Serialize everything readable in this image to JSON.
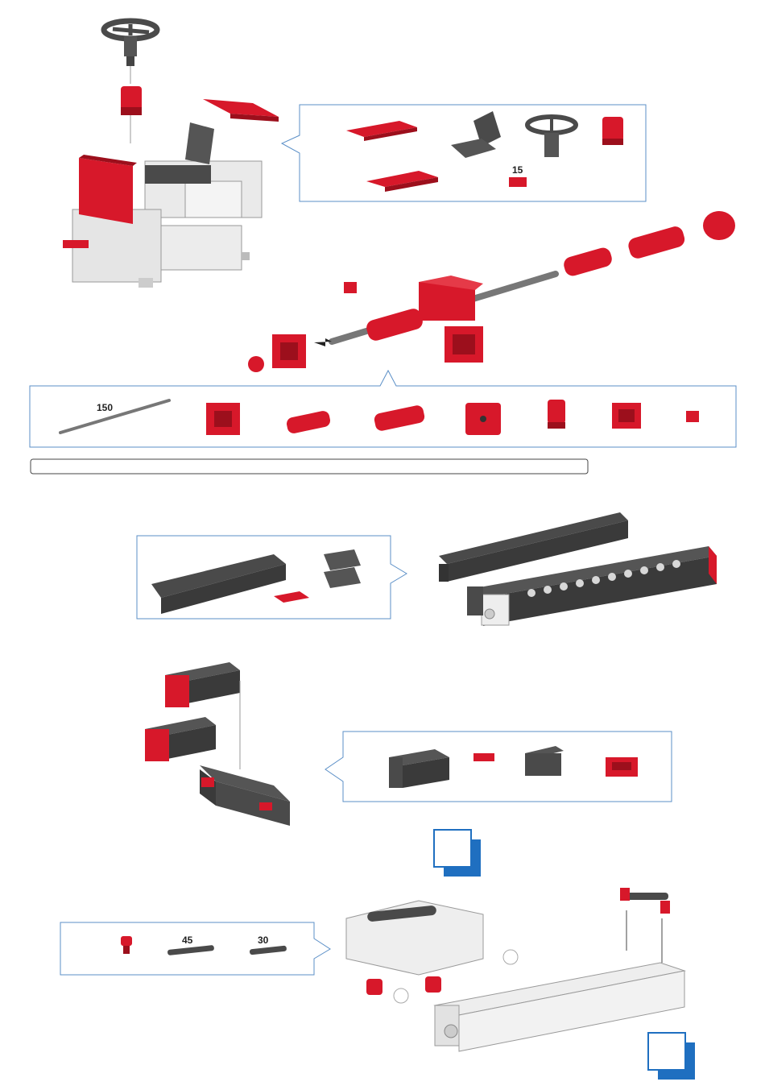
{
  "colors": {
    "red": "#d7182a",
    "dark_red": "#9c0f1c",
    "dark_grey": "#4a4a4a",
    "mid_grey": "#6b6b6b",
    "light_grey": "#e6e6e6",
    "callout_border": "#5b8fc7",
    "step_badge": "#1f6fc0"
  },
  "parts_panel_1": {
    "rod_length_label": "15"
  },
  "parts_panel_2": {
    "rod_length_label": "150"
  },
  "parts_panel_5": {
    "strut_45_label": "45",
    "strut_30_label": "30"
  }
}
